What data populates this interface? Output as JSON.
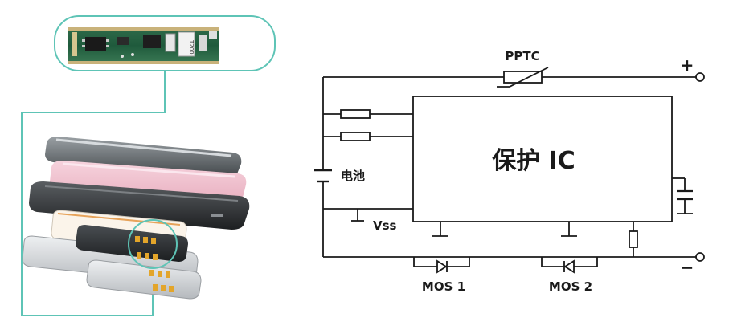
{
  "illustration": {
    "pcb_marking": "T200",
    "accent_color": "#5ec4b6"
  },
  "circuit": {
    "protection_ic_label": "保护 IC",
    "battery_label": "电池",
    "vss_label": "Vss",
    "pptc_label": "PPTC",
    "positive_terminal": "+",
    "negative_terminal": "−",
    "mos1_label": "MOS 1",
    "mos2_label": "MOS 2",
    "line_color": "#1a1a1a"
  }
}
